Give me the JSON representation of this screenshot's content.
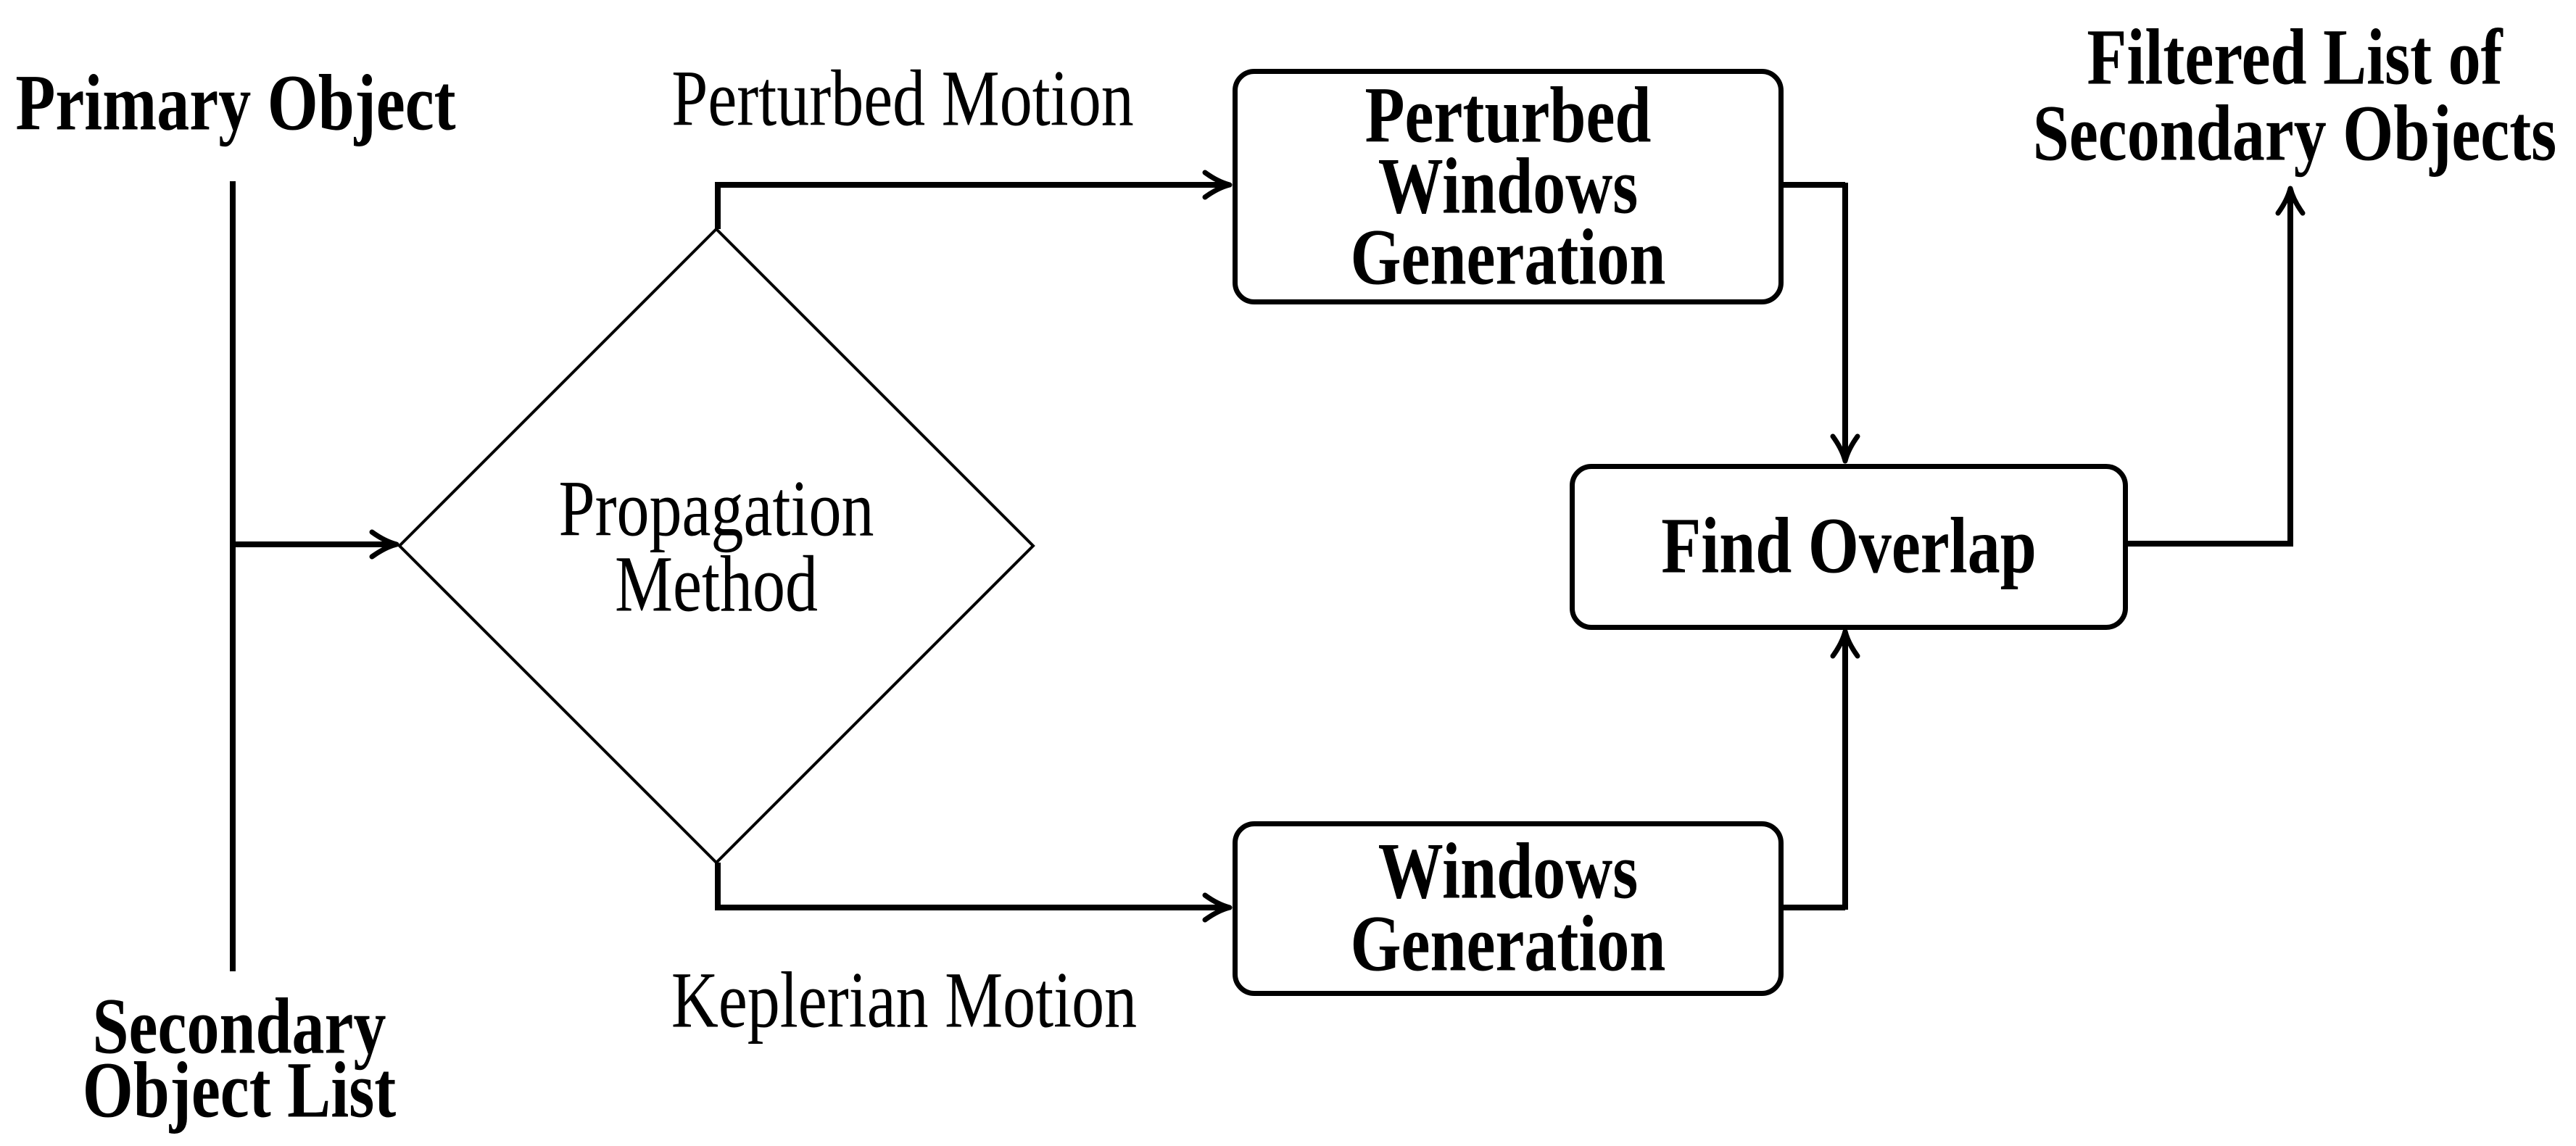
{
  "colors": {
    "ink": "#000000",
    "background": "#ffffff"
  },
  "sources": {
    "primary_object_label": "Primary Object",
    "secondary_object_list": {
      "line1": "Secondary",
      "line2": "Object List"
    }
  },
  "decision": {
    "line1": "Propagation",
    "line2": "Method",
    "branch_labels": {
      "perturbed": "Perturbed Motion",
      "keplerian": "Keplerian Motion"
    }
  },
  "processes": {
    "perturbed_windows_generation": {
      "line1": "Perturbed",
      "line2": "Windows",
      "line3": "Generation"
    },
    "windows_generation": {
      "line1": "Windows",
      "line2": "Generation"
    },
    "find_overlap": {
      "label": "Find Overlap"
    }
  },
  "output": {
    "filtered_list": {
      "line1": "Filtered List of",
      "line2": "Secondary Objects"
    }
  }
}
